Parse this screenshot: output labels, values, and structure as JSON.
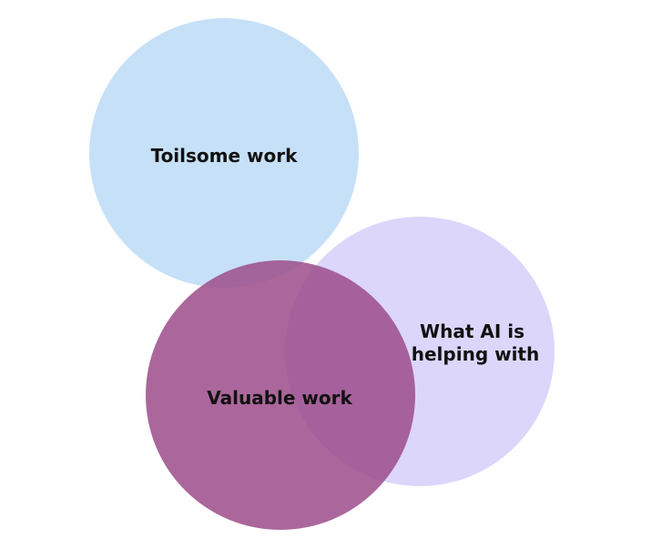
{
  "diagram": {
    "type": "venn",
    "sets": [
      {
        "id": "toilsome",
        "label_lines": [
          "Toilsome work"
        ],
        "color": "#c6e0f7"
      },
      {
        "id": "ai",
        "label_lines": [
          "What AI is",
          "helping with"
        ],
        "color": "#dcd6fb"
      },
      {
        "id": "valuable",
        "label_lines": [
          "Valuable work"
        ],
        "color": "#9c4c8b"
      }
    ],
    "colors": {
      "background": "#ffffff",
      "text": "#111111"
    }
  }
}
